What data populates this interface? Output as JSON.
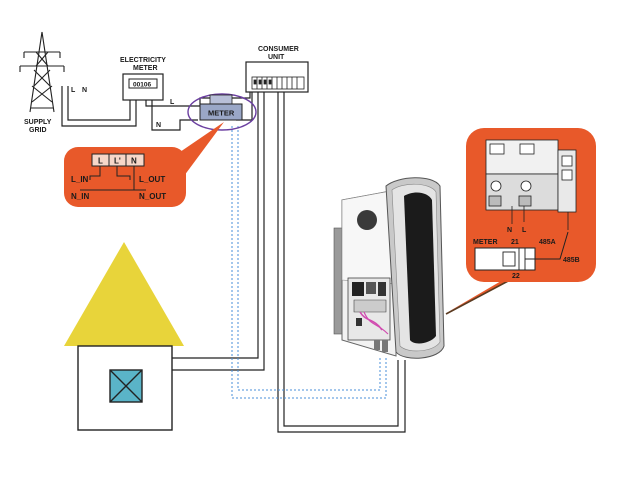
{
  "supply_grid": {
    "label_line1": "SUPPLY",
    "label_line2": "GRID",
    "live": "L",
    "neutral": "N"
  },
  "electricity_meter": {
    "title_line1": "ELECTRICITY",
    "title_line2": "METER",
    "display": "00106"
  },
  "consumer_unit": {
    "title_line1": "CONSUMER",
    "title_line2": "UNIT"
  },
  "wires": {
    "live": "L",
    "neutral": "N"
  },
  "ct_meter": {
    "label": "METER",
    "ring_color": "#6b3fa0",
    "body_color": "#9aa7c7"
  },
  "meter_callout": {
    "bg_color": "#e8592a",
    "terminal_l": "L",
    "terminal_l_prime": "L'",
    "terminal_n": "N",
    "l_in": "L_IN",
    "l_out": "L_OUT",
    "n_in": "N_IN",
    "n_out": "N_OUT"
  },
  "wiring_callout": {
    "bg_color": "#e8592a",
    "terminal_n": "N",
    "terminal_l": "L",
    "meter": "METER",
    "pin_21": "21",
    "pin_22": "22",
    "rs485_a": "485A",
    "rs485_b": "485B"
  },
  "house": {
    "roof_color": "#e8d43a"
  },
  "colors": {
    "dashed_wire": "#4a8fd8",
    "wire": "#222222"
  }
}
